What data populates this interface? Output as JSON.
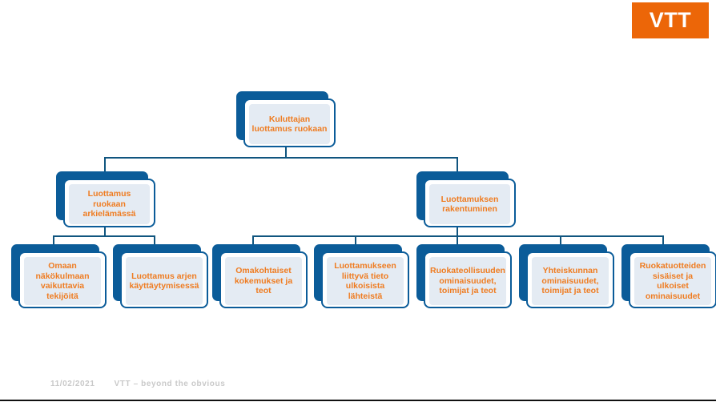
{
  "brand": {
    "logo_text": "VTT",
    "logo_bg": "#ec6608",
    "logo_fg": "#ffffff"
  },
  "theme": {
    "node_shadow": "#0b5c99",
    "node_border": "#0b5c99",
    "node_panel": "#e4ebf3",
    "node_card": "#ffffff",
    "label_color": "#ef7c21",
    "connector": "#10557f",
    "footer_text": "#c9c9c9",
    "background": "#ffffff"
  },
  "diagram": {
    "type": "tree",
    "root": {
      "id": "root",
      "label": "Kuluttajan\nluottamus ruokaan"
    },
    "level2": [
      {
        "id": "l2-arkielama",
        "label": "Luottamus ruokaan\narkielämässä"
      },
      {
        "id": "l2-rakentuminen",
        "label": "Luottamuksen\nrakentuminen"
      }
    ],
    "leaves": [
      {
        "id": "leaf-omaan-nakokulmaan",
        "parent": "l2-arkielama",
        "label": "Omaan\nnäkökulmaan\nvaikuttavia tekijöitä"
      },
      {
        "id": "leaf-arjen-kayttaytyminen",
        "parent": "l2-arkielama",
        "label": "Luottamus arjen\nkäyttäytymisessä"
      },
      {
        "id": "leaf-omakohtaiset-kokemukset",
        "parent": "l2-rakentuminen",
        "label": "Omakohtaiset\nkokemukset ja teot"
      },
      {
        "id": "leaf-ulkoiset-lahteet",
        "parent": "l2-rakentuminen",
        "label": "Luottamukseen\nliittyvä tieto\nulkoisista lähteistä"
      },
      {
        "id": "leaf-ruokateollisuus",
        "parent": "l2-rakentuminen",
        "label": "Ruokateollisuuden\nominaisuudet,\ntoimijat ja teot"
      },
      {
        "id": "leaf-yhteiskunta",
        "parent": "l2-rakentuminen",
        "label": "Yhteiskunnan\nominaisuudet,\ntoimijat ja teot"
      },
      {
        "id": "leaf-ruokatuotteet",
        "parent": "l2-rakentuminen",
        "label": "Ruokatuotteiden\nsisäiset ja ulkoiset\nominaisuudet"
      }
    ]
  },
  "footer": {
    "date": "11/02/2021",
    "tagline": "VTT – beyond the obvious"
  }
}
